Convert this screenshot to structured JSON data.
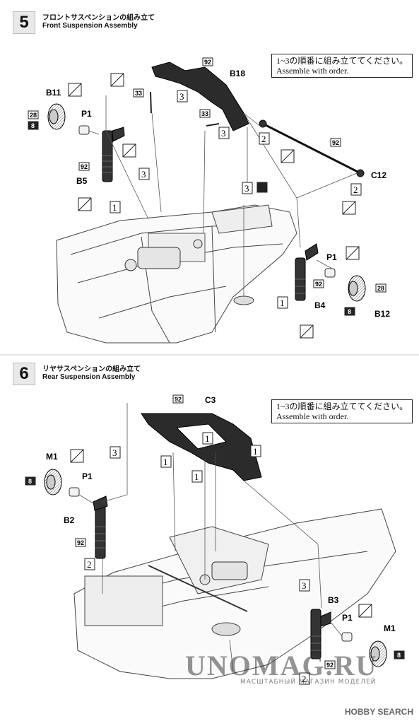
{
  "steps": [
    {
      "number": "5",
      "title_jp": "フロントサスペンションの組み立て",
      "title_en": "Front Suspension Assembly",
      "note_jp": "1~3の順番に組み立ててください。",
      "note_en": "Assemble with order.",
      "part_labels": [
        "B11",
        "P1",
        "B5",
        "B18",
        "C12",
        "P1",
        "B4",
        "B12"
      ],
      "part_numbers": [
        "28",
        "8",
        "92",
        "92",
        "33",
        "33",
        "92",
        "92",
        "28",
        "8"
      ],
      "order_marks": [
        "3",
        "3",
        "3",
        "2",
        "2",
        "1",
        "3",
        "1"
      ]
    },
    {
      "number": "6",
      "title_jp": "リヤサスペンションの組み立て",
      "title_en": "Rear Suspension Assembly",
      "note_jp": "1~3の順番に組み立ててください。",
      "note_en": "Assemble with order.",
      "part_labels": [
        "C3",
        "M1",
        "P1",
        "B2",
        "B3",
        "P1",
        "M1"
      ],
      "part_numbers": [
        "92",
        "8",
        "92",
        "92",
        "8"
      ],
      "order_marks": [
        "3",
        "1",
        "1",
        "1",
        "1",
        "2",
        "3",
        "2"
      ]
    }
  ],
  "watermark": {
    "brand": "UNOMAG.RU",
    "tagline": "МАСШТАБНЫЙ МАГАЗИН МОДЕЛЕЙ"
  },
  "source_credit": "HOBBY SEARCH"
}
